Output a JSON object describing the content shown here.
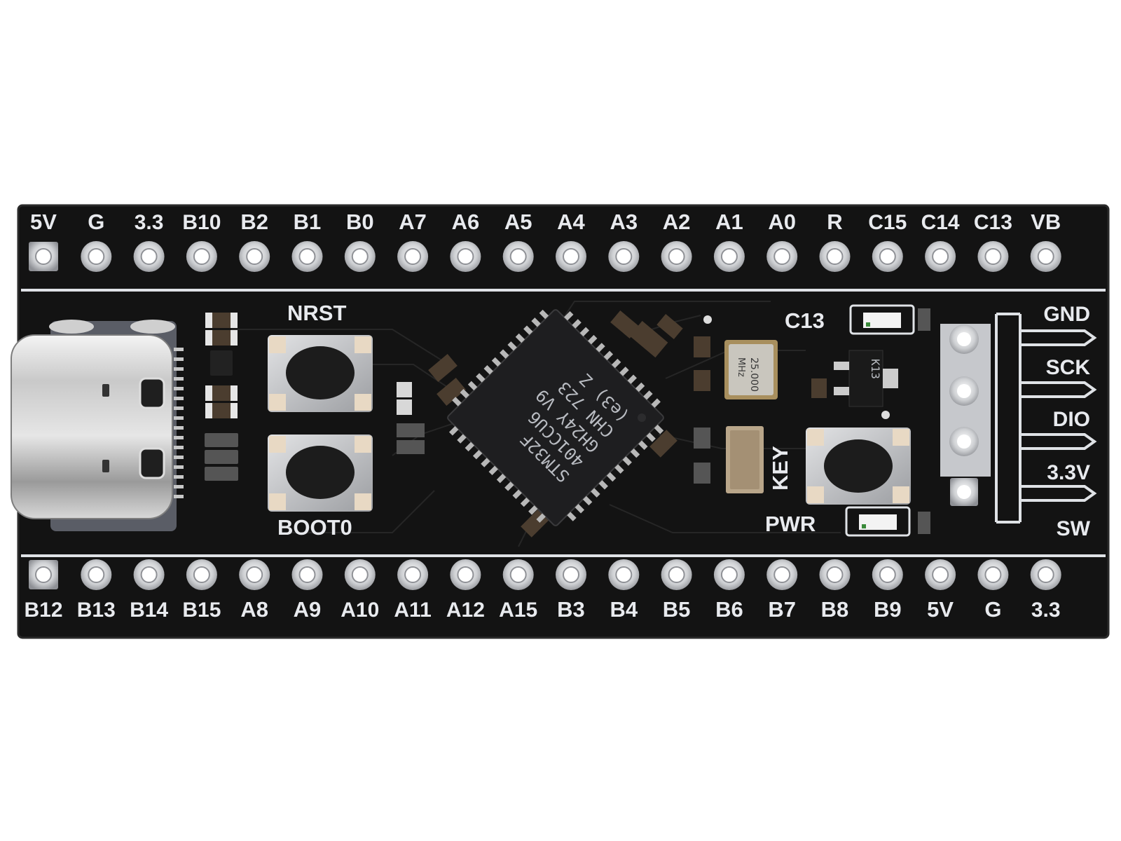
{
  "board": {
    "top_header_labels": [
      "5V",
      "G",
      "3.3",
      "B10",
      "B2",
      "B1",
      "B0",
      "A7",
      "A6",
      "A5",
      "A4",
      "A3",
      "A2",
      "A1",
      "A0",
      "R",
      "C15",
      "C14",
      "C13",
      "VB"
    ],
    "bottom_header_labels": [
      "B12",
      "B13",
      "B14",
      "B15",
      "A8",
      "A9",
      "A10",
      "A11",
      "A12",
      "A15",
      "B3",
      "B4",
      "B5",
      "B6",
      "B7",
      "B8",
      "B9",
      "5V",
      "G",
      "3.3"
    ],
    "swd_labels": [
      "GND",
      "SCK",
      "DIO",
      "3.3V",
      "SW"
    ],
    "silkscreen": {
      "nrst": "NRST",
      "boot0": "BOOT0",
      "c13": "C13",
      "key": "KEY",
      "pwr": "PWR"
    },
    "mcu_marking": [
      "STM32F",
      "401CCU6",
      "GH24Y  V9",
      "CHN 723",
      "(e3) Z"
    ],
    "crystal_marking": [
      "25.000",
      "MHz"
    ],
    "regulator_marking": "K13"
  }
}
